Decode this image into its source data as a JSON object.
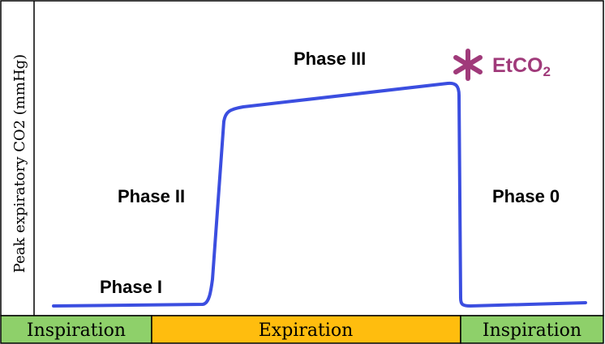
{
  "y_axis_label": "Peak expiratory CO2 (mmHg)",
  "phases": {
    "phase_1": "Phase I",
    "phase_2": "Phase II",
    "phase_3": "Phase III",
    "phase_0": "Phase 0"
  },
  "etco2_marker": {
    "symbol": "*",
    "label_main": "EtCO",
    "label_sub": "2",
    "color": "#a03a7a"
  },
  "bands": [
    {
      "label": "Inspiration",
      "color": "#8ed06a"
    },
    {
      "label": "Expiration",
      "color": "#ffbd0e"
    },
    {
      "label": "Inspiration",
      "color": "#8ed06a"
    }
  ],
  "curve_color": "#3b4ee0"
}
